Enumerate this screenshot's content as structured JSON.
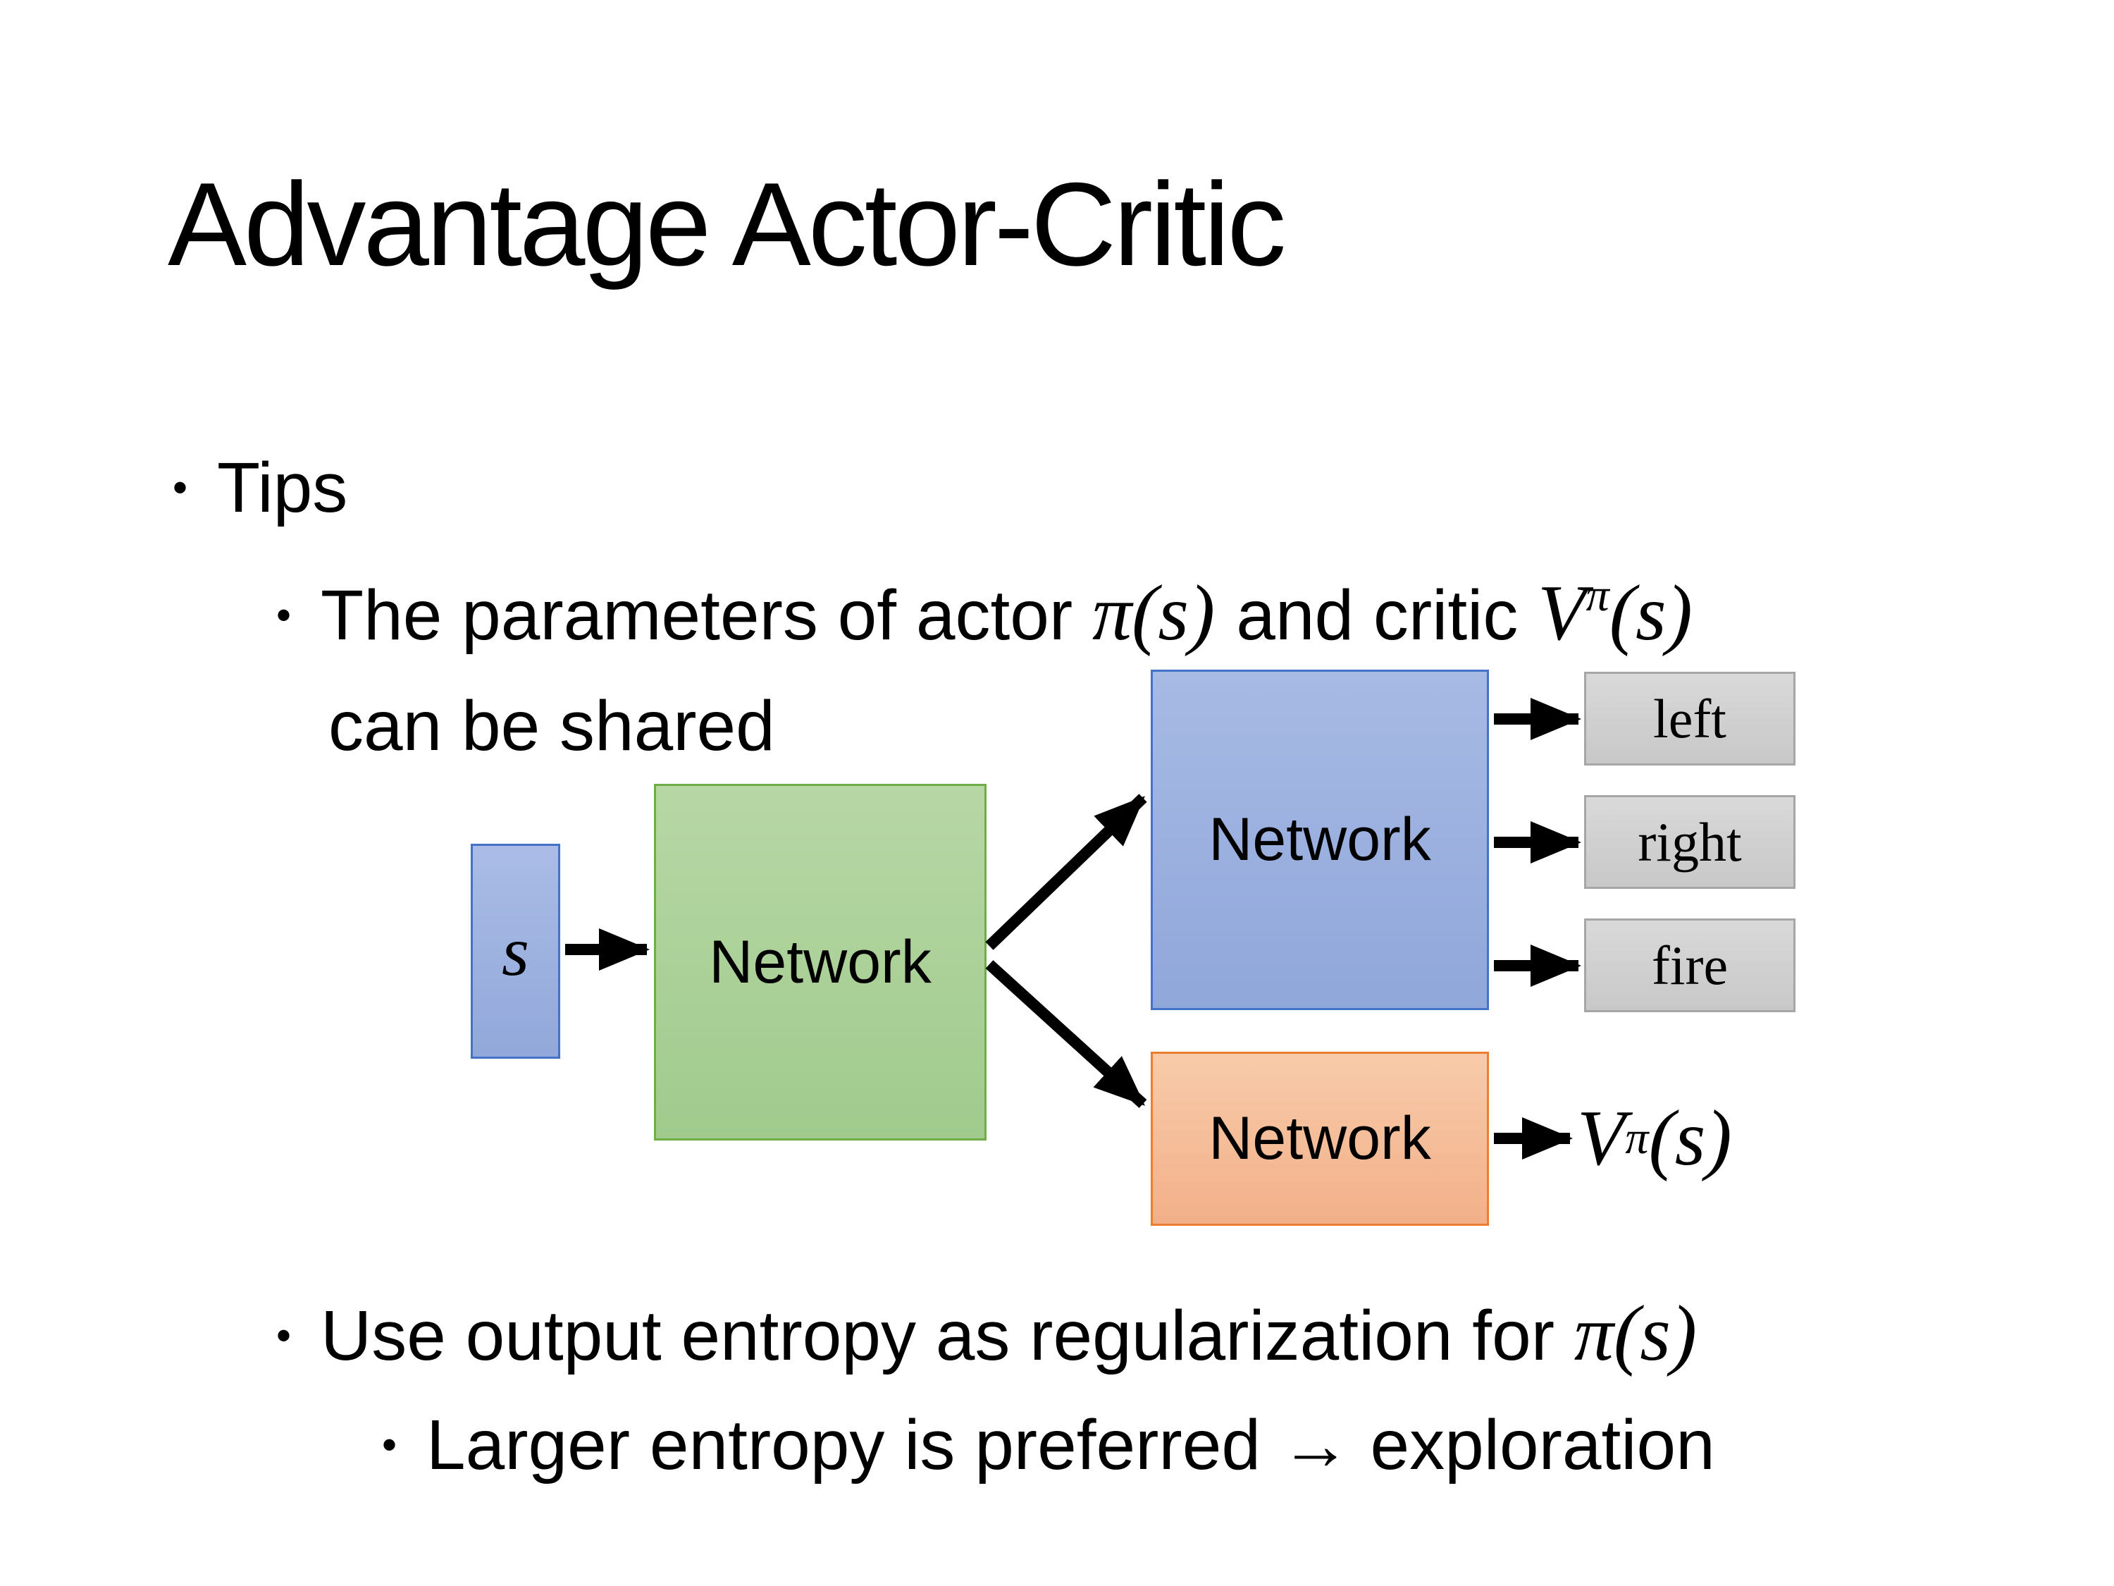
{
  "slide": {
    "title": "Advantage Actor-Critic",
    "bullet_char": "•",
    "bullets": {
      "tips": "Tips",
      "shared": {
        "pre": "The parameters of actor ",
        "pi": "π(s)",
        "mid": "and critic ",
        "v": "V",
        "v_sup": "π",
        "v_args": "(s)",
        "line2": "can be shared"
      },
      "entropy": {
        "pre": "Use output entropy as regularization for ",
        "pi": "π(s)"
      },
      "exploration": "Larger entropy is preferred → exploration"
    },
    "diagram": {
      "state_label": "s",
      "shared_network": "Network",
      "actor_network": "Network",
      "critic_network": "Network",
      "actions": [
        "left",
        "right",
        "fire"
      ],
      "value": {
        "v": "V",
        "sup": "π",
        "args": "(s)"
      },
      "colors": {
        "state_fill": "#9fb3e0",
        "state_border": "#4472c4",
        "shared_fill": "#abd09b",
        "shared_border": "#70ad47",
        "actor_fill": "#9db1de",
        "actor_border": "#4472c4",
        "critic_fill": "#f5b795",
        "critic_border": "#ed7d31",
        "action_fill": "#d2d2d3",
        "action_border": "#a6a6a6",
        "arrow": "#000000"
      }
    }
  }
}
